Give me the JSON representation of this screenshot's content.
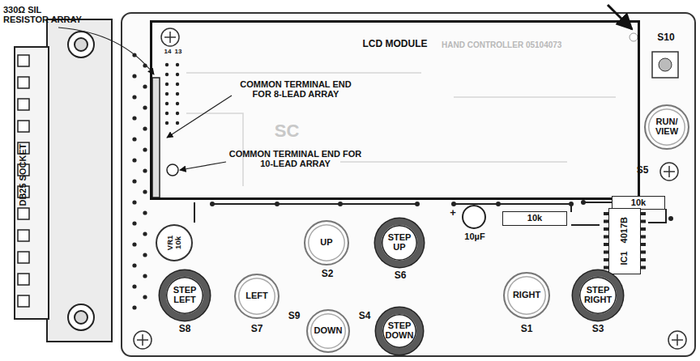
{
  "diagram": {
    "nodes": [
      {
        "text": [
          "LCD MODULE"
        ]
      },
      {
        "text": [
          "RUN/ VIEW"
        ]
      },
      {
        "text": [
          "10k"
        ]
      },
      {
        "text": [
          "VR1",
          "10k"
        ]
      },
      {
        "text": [
          "UP"
        ]
      },
      {
        "text": [
          "STEP UP"
        ]
      },
      {
        "text": [
          "10k"
        ]
      },
      {
        "text": [
          "IC1",
          "4017B"
        ]
      },
      {
        "text": [
          "STEP LEFT"
        ]
      },
      {
        "text": [
          "LEFT"
        ]
      },
      {
        "text": [
          "RIGHT"
        ]
      },
      {
        "text": [
          "STEP RIGHT"
        ]
      },
      {
        "text": [
          "DOWN"
        ]
      },
      {
        "text": [
          "STEP DOWN"
        ]
      }
    ],
    "labels": [
      "330Ω SIL RESISTOR ARRAY",
      "COMMON TERMINAL END FOR 8-LEAD ARRAY",
      "COMMON TERMINAL END FOR 10-LEAD ARRAY",
      "DB25 SOCKET",
      "14",
      "13",
      "HAND CONTROLLER 05104073",
      "SC",
      "S10",
      "S5",
      "10µF",
      "+",
      "S2",
      "S6",
      "S8",
      "S7",
      "S1",
      "S3",
      "S9",
      "S4"
    ]
  }
}
